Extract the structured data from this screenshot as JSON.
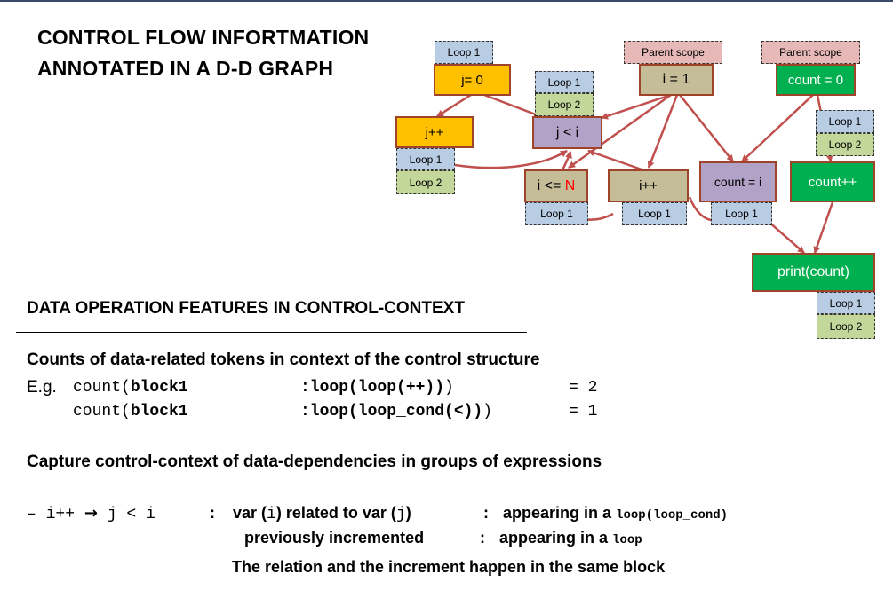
{
  "title": {
    "line1": "CONTROL FLOW INFORTMATION",
    "line2": "ANNOTATED IN A D-D GRAPH"
  },
  "graph": {
    "nodes": {
      "j0": "j= 0",
      "jpp": "j++",
      "jlti": "j < i",
      "i1": "i = 1",
      "count0": "count = 0",
      "ileN_prefix": "i <= ",
      "ileN_var": "N",
      "ipp": "i++",
      "counti": "count = i",
      "countpp": "count++",
      "print": "print(count)"
    },
    "tags": {
      "loop1": "Loop 1",
      "loop2": "Loop 2",
      "parent": "Parent scope"
    }
  },
  "section": {
    "title": "DATA OPERATION FEATURES IN CONTROL-CONTEXT",
    "counts_heading": "Counts of data-related tokens in context of the control structure",
    "eg_prefix": "E.g.",
    "ex1": {
      "fn": "count(",
      "arg": "block1",
      "ctx": ":loop(loop(++))",
      "close": ")",
      "eq": "= 2"
    },
    "ex2": {
      "fn": "count(",
      "arg": "block1",
      "ctx": ":loop(loop_cond(<))",
      "close": ")",
      "eq": "= 1"
    },
    "capture_heading": "Capture control-context of data-dependencies in groups of expressions",
    "dep": {
      "dash": "–",
      "from": "i++",
      "arrow": "→",
      "to": "j < i",
      "colon1": ":",
      "rel_pre": "var (",
      "rel_i": "i",
      "rel_mid": ") related to var (",
      "rel_j": "j",
      "rel_post": ")",
      "colon2": ":",
      "appear1": "appearing in a",
      "appear1_code": "loop(loop_cond)",
      "prev": "previously incremented",
      "colon3": ":",
      "appear2": "appearing in a",
      "appear2_code": "loop",
      "conclusion": "The relation and the increment happen in the same block"
    }
  }
}
